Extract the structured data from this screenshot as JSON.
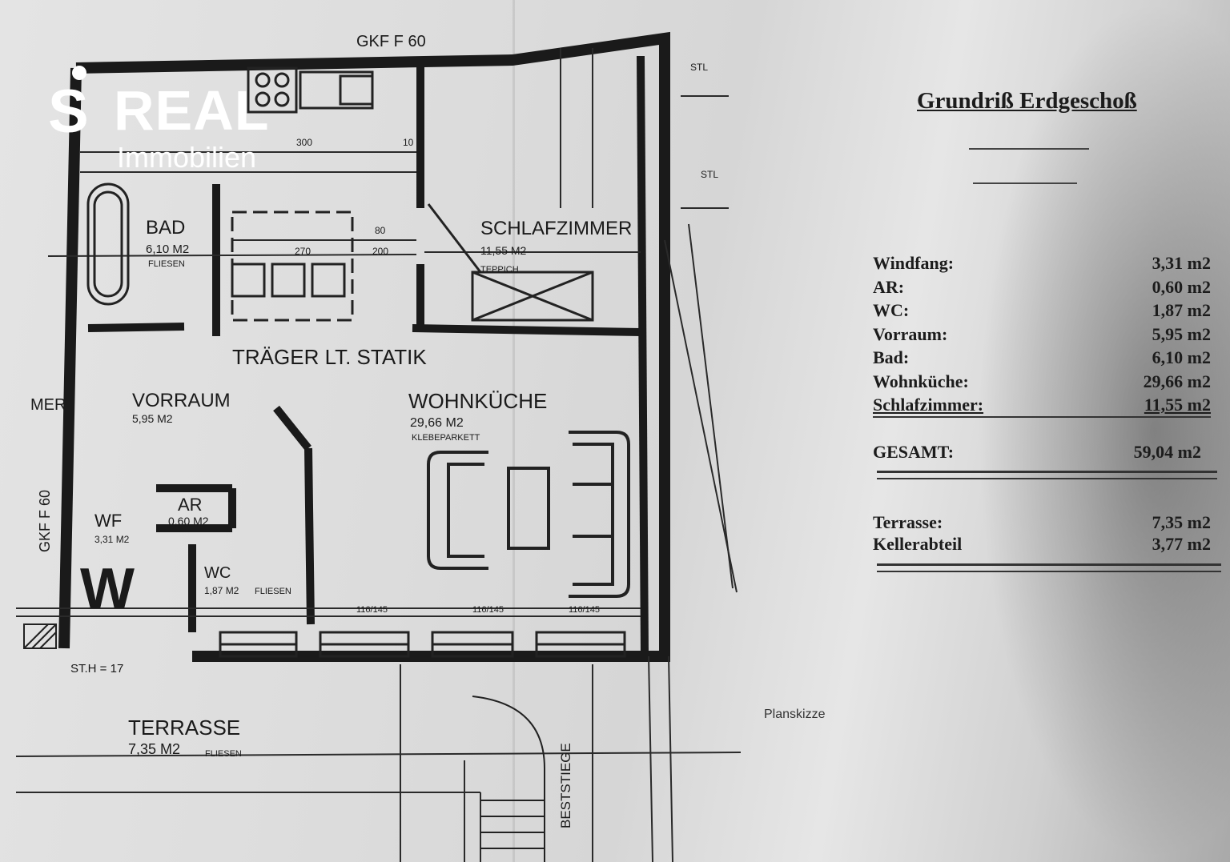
{
  "logo": {
    "brand": "REAL",
    "sub": "Immobilien"
  },
  "title": "Grundriß Erdgeschoß",
  "rooms": [
    {
      "label": "Windfang:",
      "area": "3,31 m2"
    },
    {
      "label": "AR:",
      "area": "0,60 m2"
    },
    {
      "label": "WC:",
      "area": "1,87 m2"
    },
    {
      "label": "Vorraum:",
      "area": "5,95 m2"
    },
    {
      "label": "Bad:",
      "area": "6,10 m2"
    },
    {
      "label": "Wohnküche:",
      "area": "29,66 m2"
    },
    {
      "label": "Schlafzimmer:",
      "area": "11,55 m2"
    }
  ],
  "total": {
    "label": "GESAMT:",
    "area": "59,04 m2"
  },
  "extras": [
    {
      "label": "Terrasse:",
      "area": "7,35 m2"
    },
    {
      "label": "Kellerabteil",
      "area": "3,77 m2"
    }
  ],
  "caption": "Planskizze",
  "plan": {
    "gkf_top": "GKF F 60",
    "gkf_side": "GKF F 60",
    "bad": "BAD",
    "bad_area": "6,10 M2",
    "bad_floor": "FLIESEN",
    "schlaf": "SCHLAFZIMMER",
    "schlaf_area": "11,55 M2",
    "schlaf_floor": "TEPPICH",
    "traeger": "TRÄGER LT. STATIK",
    "vorraum": "VORRAUM",
    "vorraum_area": "5,95 M2",
    "wohn": "WOHNKÜCHE",
    "wohn_area": "29,66 M2",
    "wohn_floor": "KLEBEPARKETT",
    "ar": "AR",
    "ar_area": "0,60 M2",
    "wf": "WF",
    "wf_area": "3,31 M2",
    "wc": "WC",
    "wc_area": "1,87 M2",
    "wc_floor": "FLIESEN",
    "mer": "MER",
    "terrasse": "TERRASSE",
    "terrasse_area": "7,35 M2",
    "terrasse_floor": "FLIESEN",
    "stiege": "BESTSTIEGE",
    "sth": "ST.H = 17",
    "dim_300": "300",
    "dim_80": "80",
    "dim_200": "200",
    "dim_10": "10",
    "dim_270": "270",
    "window_1": "116/145",
    "window_2": "116/145",
    "window_3": "116/145",
    "stl_1": "STL",
    "stl_2": "STL"
  }
}
